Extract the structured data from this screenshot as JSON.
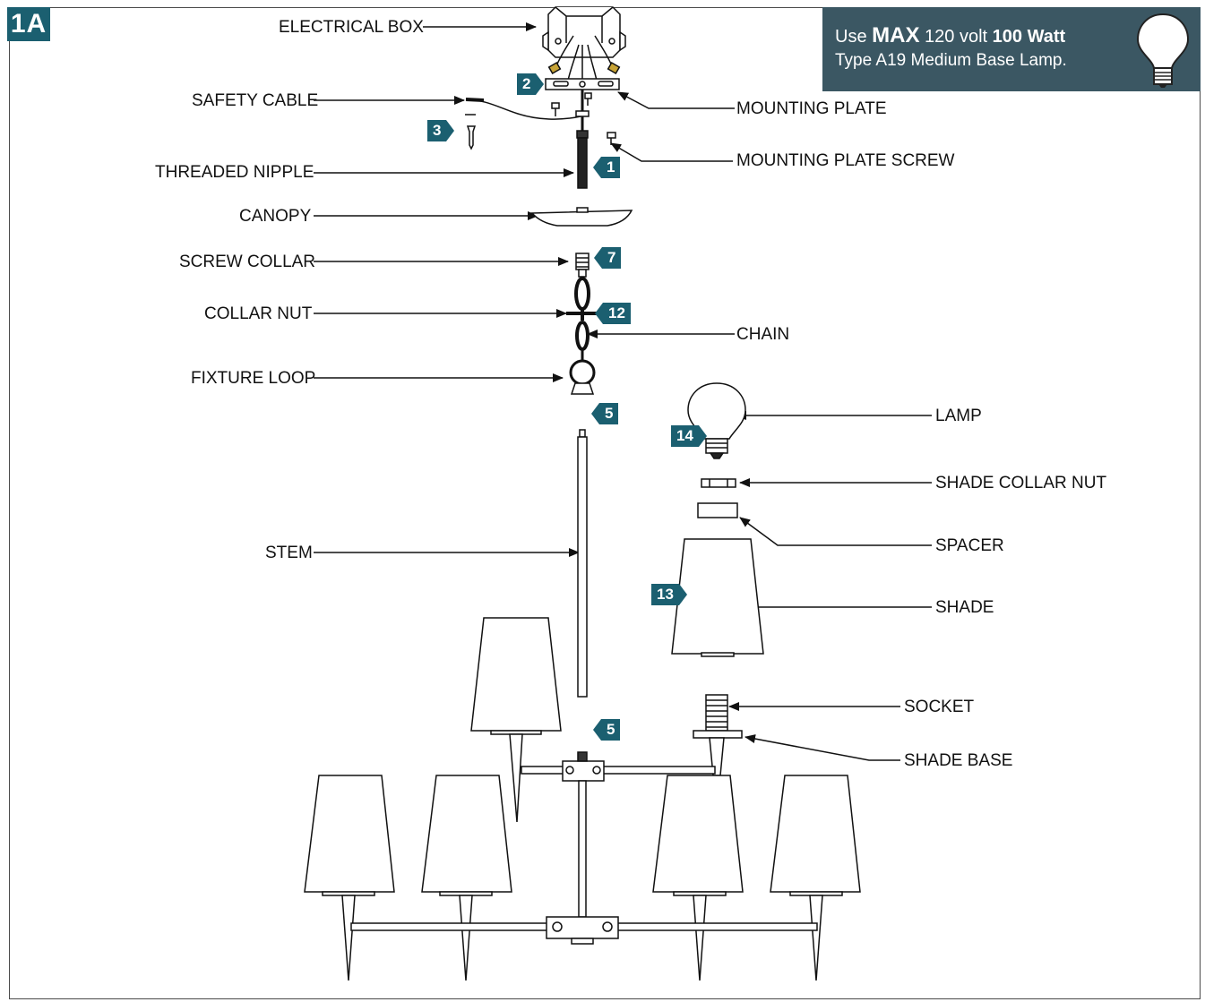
{
  "figure_id": "1A",
  "notice": {
    "use": "Use",
    "max": "MAX",
    "volt": "120 volt",
    "watt": "100 Watt",
    "line2": "Type A19 Medium Base Lamp."
  },
  "labels": {
    "electrical_box": "ELECTRICAL BOX",
    "safety_cable": "SAFETY CABLE",
    "mounting_plate": "MOUNTING PLATE",
    "mounting_plate_screw": "MOUNTING PLATE SCREW",
    "threaded_nipple": "THREADED NIPPLE",
    "canopy": "CANOPY",
    "screw_collar": "SCREW COLLAR",
    "collar_nut": "COLLAR NUT",
    "chain": "CHAIN",
    "fixture_loop": "FIXTURE LOOP",
    "lamp": "LAMP",
    "shade_collar_nut": "SHADE COLLAR NUT",
    "spacer": "SPACER",
    "shade": "SHADE",
    "stem": "STEM",
    "socket": "SOCKET",
    "shade_base": "SHADE BASE"
  },
  "steps": {
    "s1": "1",
    "s2": "2",
    "s3": "3",
    "s5a": "5",
    "s5b": "5",
    "s7": "7",
    "s12": "12",
    "s13": "13",
    "s14": "14"
  },
  "colors": {
    "badge": "#1b5f70",
    "notice_bg": "#3b5763",
    "line": "#111111"
  }
}
